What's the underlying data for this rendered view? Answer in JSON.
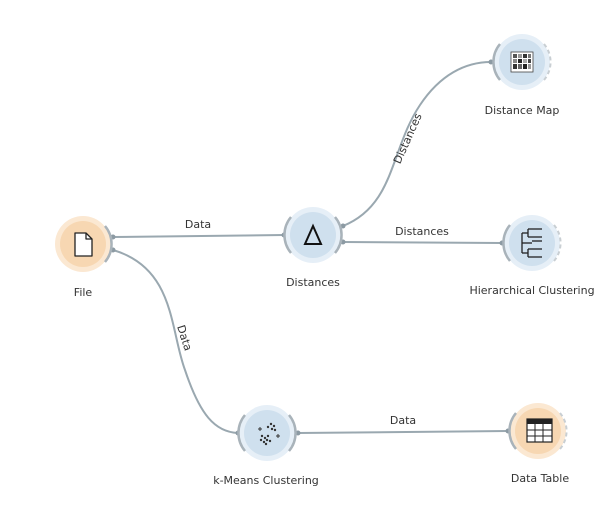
{
  "canvas": {
    "background": "#ffffff",
    "link_color": "#9aa8b0"
  },
  "colors": {
    "data_widget_fill": "#f7d7b2",
    "data_widget_ring": "#fbe8d2",
    "model_widget_fill": "#cfe0ee",
    "model_widget_ring": "#e6eff7",
    "channel_arc": "#a9b3ba"
  },
  "nodes": {
    "file": {
      "label": "File",
      "icon": "document-icon"
    },
    "distances": {
      "label": "Distances",
      "icon": "delta-icon"
    },
    "distance_map": {
      "label": "Distance Map",
      "icon": "distance-map-icon"
    },
    "hierarchical_clustering": {
      "label": "Hierarchical Clustering",
      "icon": "dendrogram-icon"
    },
    "kmeans": {
      "label": "k-Means Clustering",
      "icon": "scatter-cluster-icon"
    },
    "data_table": {
      "label": "Data Table",
      "icon": "table-icon"
    }
  },
  "links": {
    "file_to_distances": "Data",
    "file_to_kmeans": "Data",
    "distances_to_map": "Distances",
    "distances_to_hier": "Distances",
    "kmeans_to_table": "Data"
  }
}
